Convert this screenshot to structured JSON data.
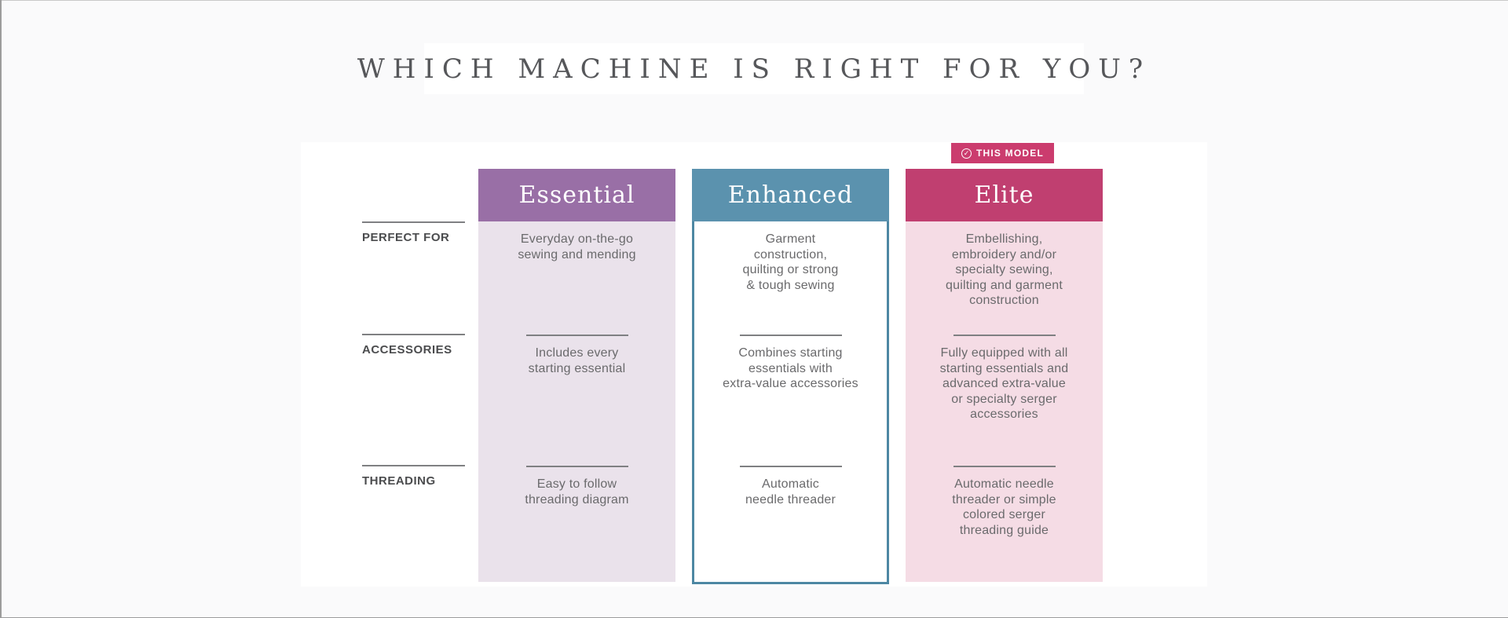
{
  "title": {
    "text": "WHICH MACHINE IS RIGHT FOR YOU?"
  },
  "badge": {
    "label": "THIS MODEL",
    "icon": "check-circle",
    "check_glyph": "✓",
    "background": "#CB3C6E"
  },
  "rows": [
    {
      "label": "PERFECT FOR"
    },
    {
      "label": "ACCESSORIES"
    },
    {
      "label": "THREADING"
    }
  ],
  "tiers": [
    {
      "name": "Essential",
      "header_color": "#996FA6",
      "body_color": "#EAE2EB",
      "highlighted": false,
      "perfect_for": "Everyday on-the-go\nsewing and mending",
      "accessories": "Includes every\nstarting essential",
      "threading": "Easy to follow\nthreading diagram"
    },
    {
      "name": "Enhanced",
      "header_color": "#5B92AE",
      "body_color": "#FFFFFF",
      "border_color": "#4D87A3",
      "highlighted": false,
      "perfect_for": "Garment\nconstruction,\nquilting or strong\n& tough sewing",
      "accessories": "Combines starting\nessentials with\nextra-value accessories",
      "threading": "Automatic\nneedle threader"
    },
    {
      "name": "Elite",
      "header_color": "#C03F70",
      "body_color": "#F5DCE5",
      "highlighted": true,
      "perfect_for": "Embellishing,\nembroidery and/or\nspecialty sewing,\nquilting and garment\nconstruction",
      "accessories": "Fully equipped with all\nstarting essentials and\nadvanced extra-value\nor specialty serger\naccessories",
      "threading": "Automatic needle\nthreader or simple\ncolored serger\nthreading guide"
    }
  ],
  "colors": {
    "title_text": "#56575A",
    "body_text": "#6A6A6C",
    "label_text": "#4B4C4E",
    "divider": "#7F8082",
    "panel_background": "#FFFFFF",
    "page_background": "#FAFAFB"
  }
}
